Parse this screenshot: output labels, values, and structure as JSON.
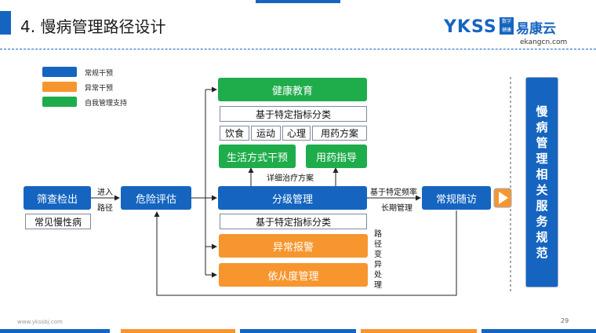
{
  "header": {
    "title": "4.  慢病管理路径设计",
    "logo_ykss": "YKSS",
    "logo_badge_top": "数字",
    "logo_badge_bottom": "健康",
    "logo_brand": "易康云",
    "logo_url": "ekangcn.com"
  },
  "legend": [
    {
      "label": "常规干预",
      "color": "#1565c0"
    },
    {
      "label": "异常干预",
      "color": "#f7962f"
    },
    {
      "label": "自我管理支持",
      "color": "#1fad4b"
    }
  ],
  "nodes": {
    "screening": "筛查检出",
    "chronic": "常见慢性病",
    "risk": "危险评估",
    "health_edu": "健康教育",
    "classify_top": "基于特定指标分类",
    "diet": "饮食",
    "sport": "运动",
    "mind": "心理",
    "medplan": "用药方案",
    "lifestyle": "生活方式干预",
    "medguide": "用药指导",
    "detail_plan": "详细治疗方案",
    "grading": "分级管理",
    "classify_bottom": "基于特定指标分类",
    "alarm": "异常报警",
    "compliance": "依从度管理",
    "followup": "常规随访",
    "service": "慢病管理相关服务规范"
  },
  "labels": {
    "enter": "进入",
    "path": "路径",
    "freq": "基于特定频率",
    "longterm": "长期管理",
    "path_change": "路径变异处理"
  },
  "footer": {
    "url": "www.ykssbj.com",
    "page": "29"
  }
}
